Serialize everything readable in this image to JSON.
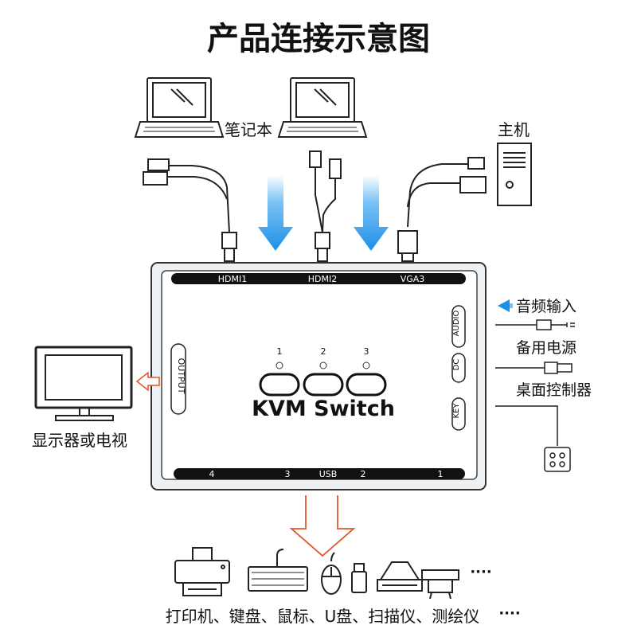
{
  "title": "产品连接示意图",
  "devices": {
    "laptop_label": "笔记本",
    "host_label": "主机",
    "display_label": "显示器或电视",
    "peripherals_label": "打印机、键盘、鼠标、U盘、扫描仪、测绘仪",
    "ellipsis": "····"
  },
  "right_side": {
    "audio_in": "音频输入",
    "power": "备用电源",
    "desktop_controller": "桌面控制器"
  },
  "switch": {
    "name": "KVM Switch",
    "inputs": [
      "HDMI1",
      "HDMI2",
      "VGA3"
    ],
    "output_port": "OUTPUT",
    "side_ports": [
      "AUDIO",
      "DC",
      "KEY"
    ],
    "buttons": [
      "1",
      "2",
      "3"
    ],
    "usb_label": "USB",
    "usb_ports": [
      "4",
      "3",
      "2",
      "1"
    ]
  },
  "colors": {
    "accent_blue": "#1e8fe6",
    "arrow_orange": "#e0552a"
  }
}
